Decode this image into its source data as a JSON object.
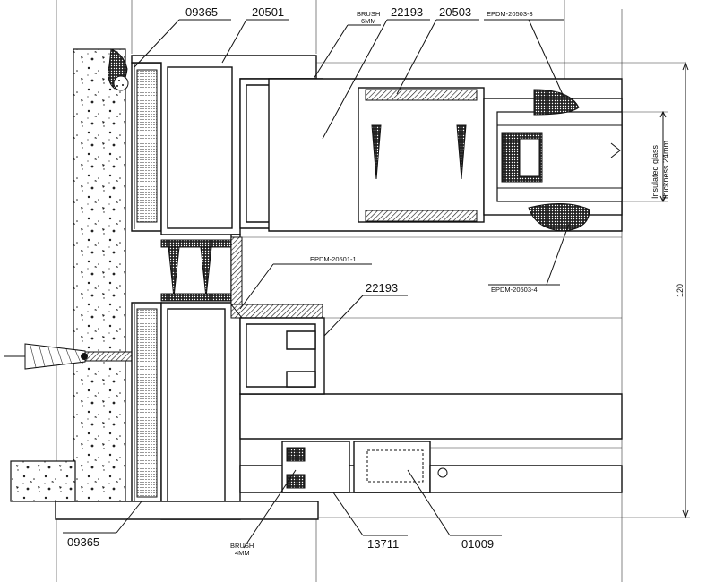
{
  "labels": {
    "top_09365": "09365",
    "top_20501": "20501",
    "brush_top_1": "BRUSH",
    "brush_top_2": "6MM",
    "top_22193": "22193",
    "top_20503": "20503",
    "epdm_20503_3": "EPDM-20503-3",
    "epdm_20501_1": "EPDM-20501-1",
    "mid_22193": "22193",
    "epdm_20503_4": "EPDM-20503-4",
    "glass_1": "Insulated glass",
    "glass_2": "thickness 24mm",
    "dim_120": "120",
    "bot_09365": "09365",
    "brush_bot_1": "BRUSH",
    "brush_bot_2": "4MM",
    "bot_13711": "13711",
    "bot_01009": "01009"
  }
}
